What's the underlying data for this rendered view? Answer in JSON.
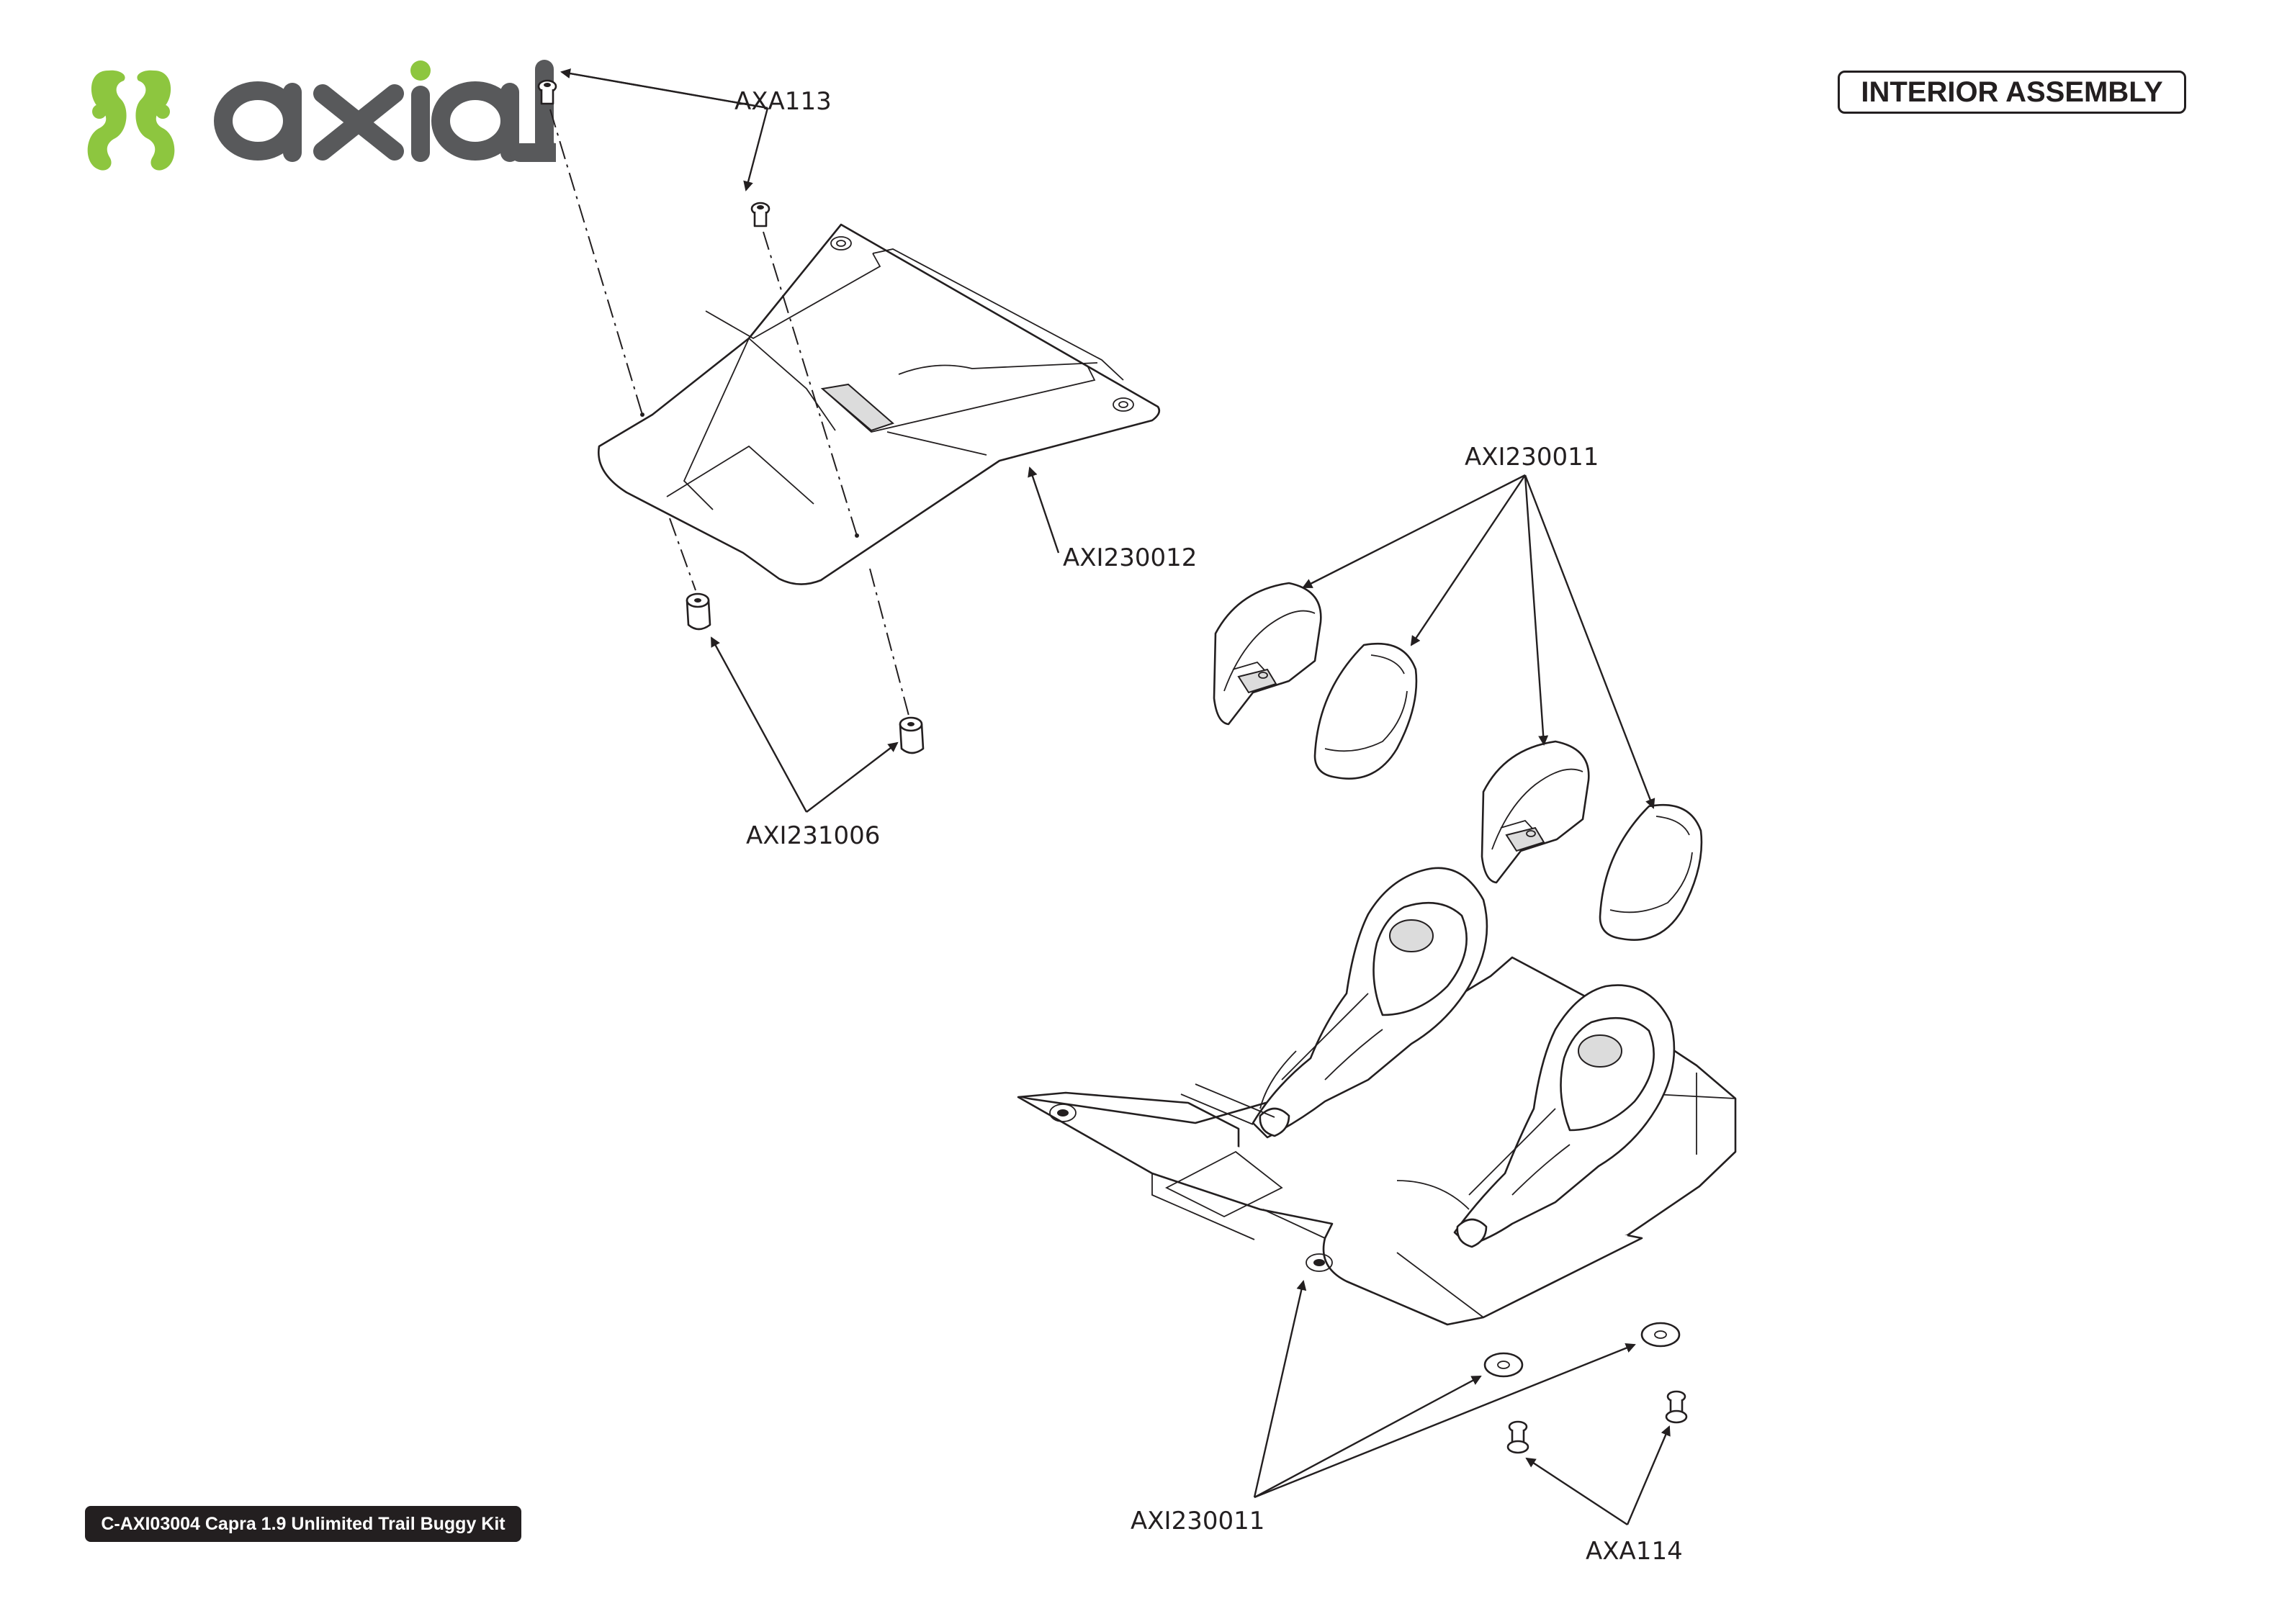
{
  "brand": {
    "name": "axial",
    "colors": {
      "green": "#8dc63f",
      "gray": "#58595b"
    }
  },
  "page_title": "INTERIOR ASSEMBLY",
  "kit_label": "C-AXI03004 Capra 1.9 Unlimited Trail Buggy Kit",
  "callouts": {
    "top_screws": "AXA113",
    "dash_panel": "AXI230012",
    "standoffs": "AXI231006",
    "seats": "AXI230011",
    "floor": "AXI230011",
    "bottom_screws": "AXA114"
  },
  "colors": {
    "ink": "#231f20",
    "shade": "#dcdcdc"
  }
}
